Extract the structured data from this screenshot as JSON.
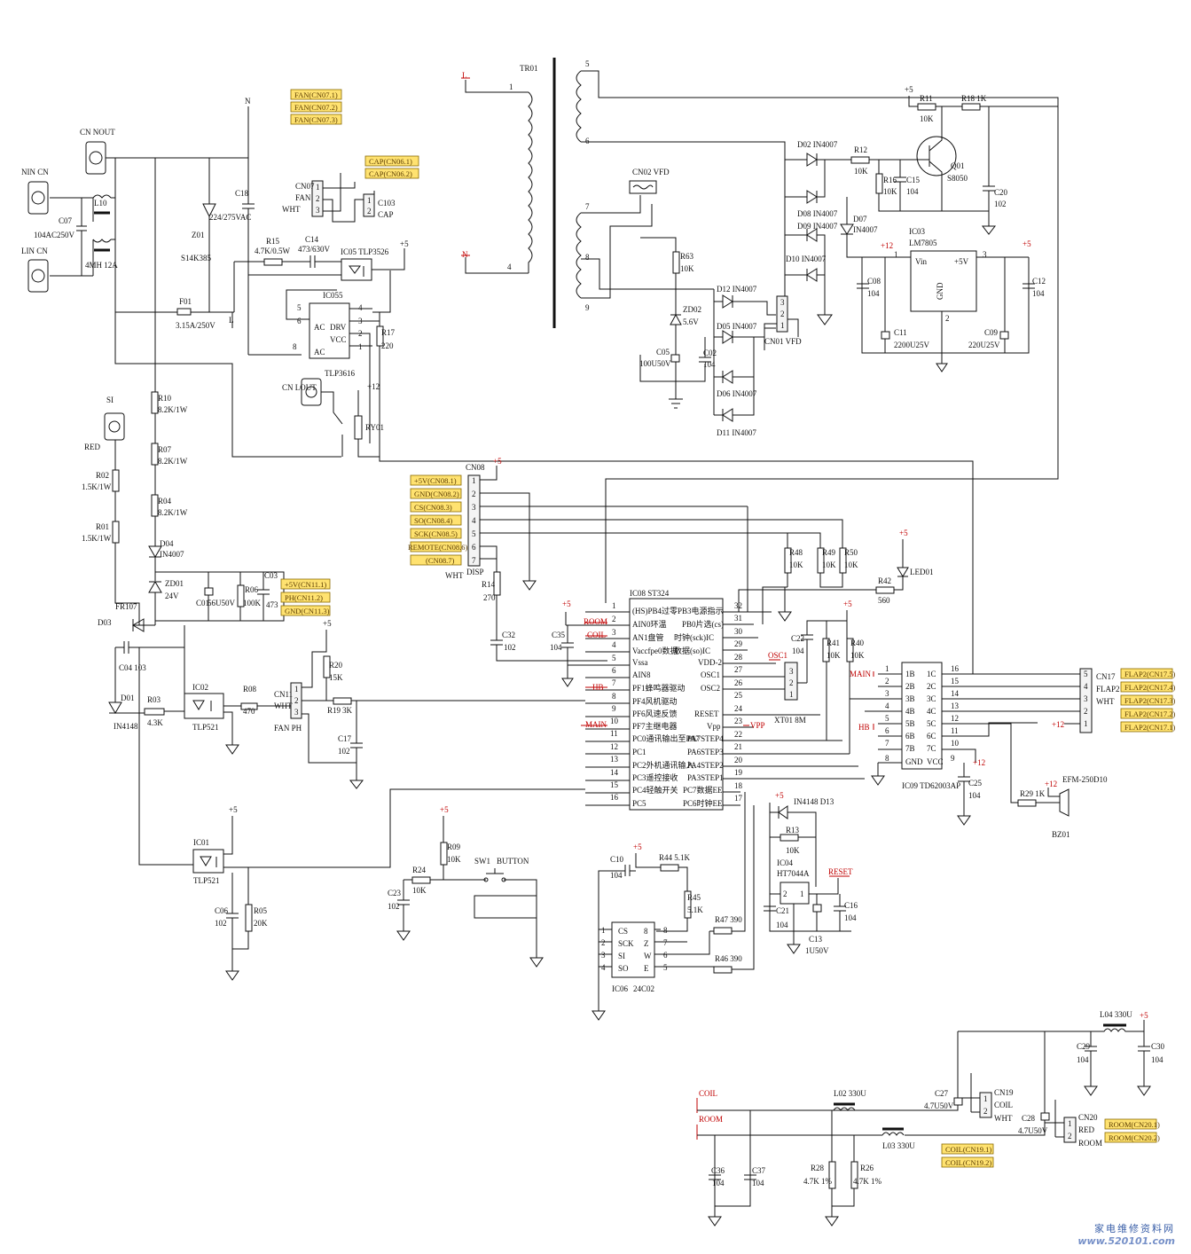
{
  "watermark": {
    "cn": "家电维修资料网",
    "url": "www.520101.com"
  },
  "transformer": {
    "name": "TR01",
    "pins": [
      "1",
      "4",
      "5",
      "6",
      "7",
      "8",
      "9"
    ],
    "primary": [
      "L",
      "N"
    ]
  },
  "connectors": {
    "cn_nout": "CN NOUT",
    "nin": "NIN CN",
    "lin": "LIN CN",
    "lout": "CN LOUT",
    "si": "SI",
    "cn07": {
      "name": "CN07",
      "fan": "FAN",
      "wht": "WHT"
    },
    "c103": "C103",
    "cap": "CAP",
    "cn02": "CN02 VFD",
    "cn01": "CN01 VFD",
    "cn08": "CN08",
    "disp": "DISP",
    "wht": "WHT",
    "cn11": "CN11",
    "cn11_wht": "WHT",
    "cn11_fan": "FAN PH",
    "cn17": "CN17",
    "flap2": "FLAP2",
    "cn17_wht": "WHT",
    "cn19": "CN19",
    "cn19_coil": "COIL",
    "cn19_wht": "WHT",
    "cn20": "CN20",
    "cn20_red": "RED",
    "cn20_room": "ROOM",
    "red": "RED"
  },
  "tags": {
    "fan": [
      "FAN(CN07.1)",
      "FAN(CN07.2)",
      "FAN(CN07.3)"
    ],
    "cap": [
      "CAP(CN06.1)",
      "CAP(CN06.2)"
    ],
    "cn08": [
      "+5V(CN08.1)",
      "GND(CN08.2)",
      "CS(CN08.3)",
      "SO(CN08.4)",
      "SCK(CN08.5)",
      "REMOTE(CN08.6)",
      "(CN08.7)"
    ],
    "cn11": [
      "+5V(CN11.1)",
      "PH(CN11.2)",
      "GND(CN11.3)"
    ],
    "flap": [
      "FLAP2(CN17.5)",
      "FLAP2(CN17.4)",
      "FLAP2(CN17.3)",
      "FLAP2(CN17.2)",
      "FLAP2(CN17.1)"
    ],
    "room": [
      "ROOM(CN20.1)",
      "ROOM(CN20.2)"
    ],
    "coil": [
      "COIL(CN19.1)",
      "COIL(CN19.2)"
    ]
  },
  "nets": {
    "n": "N",
    "l": "L",
    "p5": "+5",
    "p12": "+12",
    "room": "ROOM",
    "coil": "COIL",
    "hb": "HB",
    "main": "MAIN",
    "osc1": "OSC1",
    "vpp": "VPP",
    "reset": "RESET"
  },
  "parts": {
    "l10": "L10",
    "l10v": "4MH 12A",
    "c07": "C07",
    "c07v": "104AC250V",
    "z01": "Z01",
    "z01v": "S14K385",
    "c18": "C18",
    "c18v": "224/275VAC",
    "f01": "F01",
    "f01v": "3.15A/250V",
    "r15": "R15",
    "r15v": "4.7K/0.5W",
    "c14": "C14",
    "c14v": "473/630V",
    "ic05": "IC05 TLP3526",
    "ic055": "IC055",
    "tlp3616": "TLP3616",
    "r17": "R17",
    "r17v": "220",
    "ry01": "RY01",
    "r10": "R10",
    "r10v": "8.2K/1W",
    "r07": "R07",
    "r07v": "8.2K/1W",
    "r04": "R04",
    "r04v": "8.2K/1W",
    "r02": "R02",
    "r02v": "1.5K/1W",
    "r01": "R01",
    "r01v": "1.5K/1W",
    "d04": "D04",
    "d04v": "IN4007",
    "zd01": "ZD01",
    "zd01v": "24V",
    "c01": "C01",
    "c01v": "56U50V",
    "r06": "R06",
    "r06v": "100K",
    "c03": "C03",
    "c03v": "473",
    "d03": "D03",
    "d03v": "FR107",
    "c04": "C04 103",
    "d01": "D01",
    "d01v": "IN4148",
    "r03": "R03",
    "r03v": "4.3K",
    "ic02": "IC02",
    "ic02v": "TLP521",
    "r08": "R08",
    "r08v": "470",
    "r20": "R20",
    "r20v": "15K",
    "r19": "R19",
    "r19v": "3K",
    "c17": "C17",
    "c17v": "102",
    "ic01": "IC01",
    "ic01v": "TLP521",
    "c06": "C06",
    "c06v": "102",
    "r05": "R05",
    "r05v": "20K",
    "d02": "D02 IN4007",
    "r12": "R12",
    "r12v": "10K",
    "r16": "R16",
    "r16v": "10K",
    "c15": "C15",
    "c15v": "104",
    "r11": "R11",
    "r11v": "10K",
    "r18": "R18 1K",
    "q01": "Q01",
    "q01v": "S8050",
    "c20": "C20",
    "c20v": "102",
    "d08": "D08 IN4007",
    "d09": "D09 IN4007",
    "d07": "D07",
    "d07v": "IN4007",
    "d10": "D10 IN4007",
    "ic03": "IC03",
    "ic03v": "LM7805",
    "vin": "Vin",
    "vout": "+5V",
    "gnd": "GND",
    "c08": "C08",
    "c08v": "104",
    "c11": "C11",
    "c11v": "2200U25V",
    "c09": "C09",
    "c09v": "220U25V",
    "c12": "C12",
    "c12v": "104",
    "r63": "R63",
    "r63v": "10K",
    "zd02": "ZD02",
    "zd02v": "5.6V",
    "c05": "C05",
    "c05v": "100U50V",
    "c02": "C02",
    "c02v": "104",
    "d12": "D12 IN4007",
    "d05": "D05 IN4007",
    "d06": "D06 IN4007",
    "d11": "D11 IN4007",
    "r14": "R14",
    "r14v": "270",
    "c32": "C32",
    "c32v": "102",
    "c35": "C35",
    "c35v": "104",
    "r48": "R48",
    "r48v": "10K",
    "r49": "R49",
    "r49v": "10K",
    "r50": "R50",
    "r50v": "10K",
    "led01": "LED01",
    "r42": "R42",
    "r42v": "560",
    "c22": "C22",
    "c22v": "104",
    "r41": "R41",
    "r41v": "10K",
    "r40": "R40",
    "r40v": "10K",
    "xt01": "XT01 8M",
    "c25": "C25",
    "c25v": "104",
    "r29": "R29 1K",
    "bz01": "BZ01",
    "bz01v": "EFM-250D10",
    "d13": "IN4148 D13",
    "r13": "R13",
    "r13v": "10K",
    "ic04": "IC04",
    "ic04v": "HT7044A",
    "c21": "C21",
    "c21v": "104",
    "c13": "C13",
    "c13v": "1U50V",
    "c16": "C16",
    "c16v": "104",
    "c23": "C23",
    "c23v": "102",
    "r24": "R24",
    "r24v": "10K",
    "r09": "R09",
    "r09v": "10K",
    "sw1": "SW1",
    "sw1v": "BUTTON",
    "c10": "C10",
    "c10v": "104",
    "r44": "R44 5.1K",
    "r45": "R45",
    "r45v": "5.1K",
    "r47": "R47 390",
    "r46": "R46 390",
    "ic06": "IC06",
    "ic06v": "24C02",
    "l04": "L04 330U",
    "c29": "C29",
    "c29v": "104",
    "c30": "C30",
    "c30v": "104",
    "c27": "C27",
    "c27v": "4.7U50V",
    "c28": "C28",
    "c28v": "4.7U50V",
    "l02": "L02 330U",
    "l03": "L03 330U",
    "c36": "C36",
    "c36v": "104",
    "c37": "C37",
    "c37v": "104",
    "r28": "R28",
    "r28v": "4.7K 1%",
    "r26": "R26",
    "r26v": "4.7K 1%"
  },
  "ic055_pins": {
    "ac": "AC",
    "drv": "DRV",
    "vcc": "VCC",
    "ac2": "AC"
  },
  "ic08": {
    "name": "IC08 ST324",
    "left": [
      "(HS)PB4过零",
      "AIN0环温",
      "AN1盘管",
      "Vaccfpe0数据",
      "Vssa",
      "AIN8",
      "PF1蜂鸣器驱动",
      "PF4风机驱动",
      "PF6风速反馈",
      "PF7主继电器",
      "PC0通讯输出至PA7",
      "PC1",
      "PC2外机通讯输入",
      "PC3遥控接收",
      "PC4轻触开关",
      "PC5"
    ],
    "right": [
      "PB3电源指示",
      "PB0片选(cs)",
      "时钟(sck)IC",
      "数据(so)IC",
      "VDD-2",
      "OSC1",
      "OSC2",
      "RESET",
      "Vpp",
      "PA7STEP4",
      "PA6STEP3",
      "PA4STEP2",
      "PA3STEP1",
      "PC7数据EE",
      "PC6时钟EE"
    ]
  },
  "ic09": {
    "name": "IC09 TD62003AP",
    "left": [
      "1B",
      "2B",
      "3B",
      "4B",
      "5B",
      "6B",
      "7B",
      "GND"
    ],
    "right": [
      "1C",
      "2C",
      "3C",
      "4C",
      "5C",
      "6C",
      "7C",
      "VCC"
    ]
  },
  "ic06_pins": {
    "left": [
      "CS",
      "SCK",
      "SI",
      "SO"
    ],
    "right": [
      "8",
      "Z",
      "W",
      "E"
    ]
  }
}
